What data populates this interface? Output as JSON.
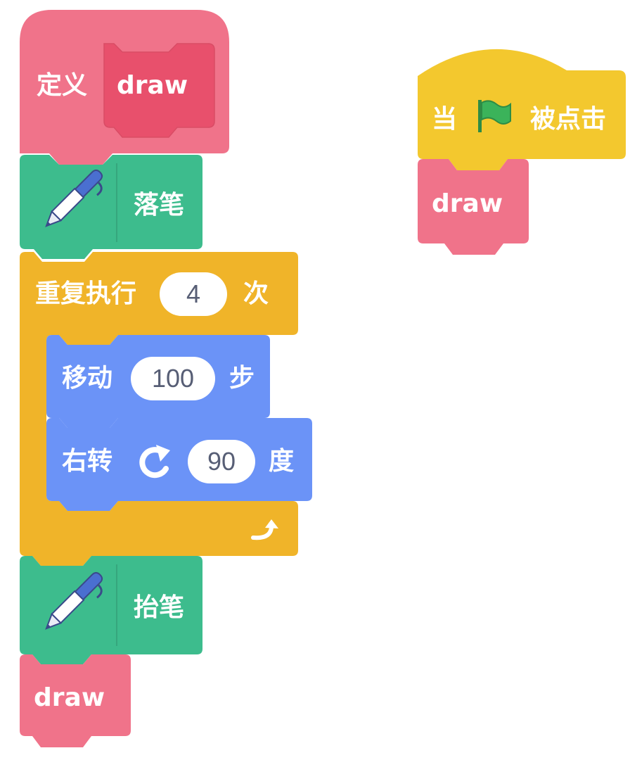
{
  "workspace": {
    "define_block": {
      "keyword": "定义",
      "name": "draw"
    },
    "pen_down_block": {
      "label": "落笔",
      "icon": "pen-icon"
    },
    "repeat_block": {
      "prefix": "重复执行",
      "times": "4",
      "suffix": "次",
      "icon": "loop-arrow-icon"
    },
    "move_block": {
      "prefix": "移动",
      "steps": "100",
      "suffix": "步"
    },
    "turn_block": {
      "prefix": "右转",
      "degrees": "90",
      "suffix": "度",
      "icon": "rotate-right-icon"
    },
    "pen_up_block": {
      "label": "抬笔",
      "icon": "pen-icon"
    },
    "call_block_left": {
      "label": "draw"
    },
    "hat_block": {
      "prefix": "当",
      "suffix": "被点击",
      "icon": "green-flag-icon"
    },
    "call_block_right": {
      "label": "draw"
    }
  },
  "colors": {
    "my_blocks": "#f0738a",
    "my_blocks_dark": "#e8506c",
    "pen": "#3dbc8d",
    "control": "#f0b429",
    "motion": "#6b93f7",
    "events": "#f3c82e",
    "flag": "#3bb35a",
    "text": "#ffffff"
  }
}
